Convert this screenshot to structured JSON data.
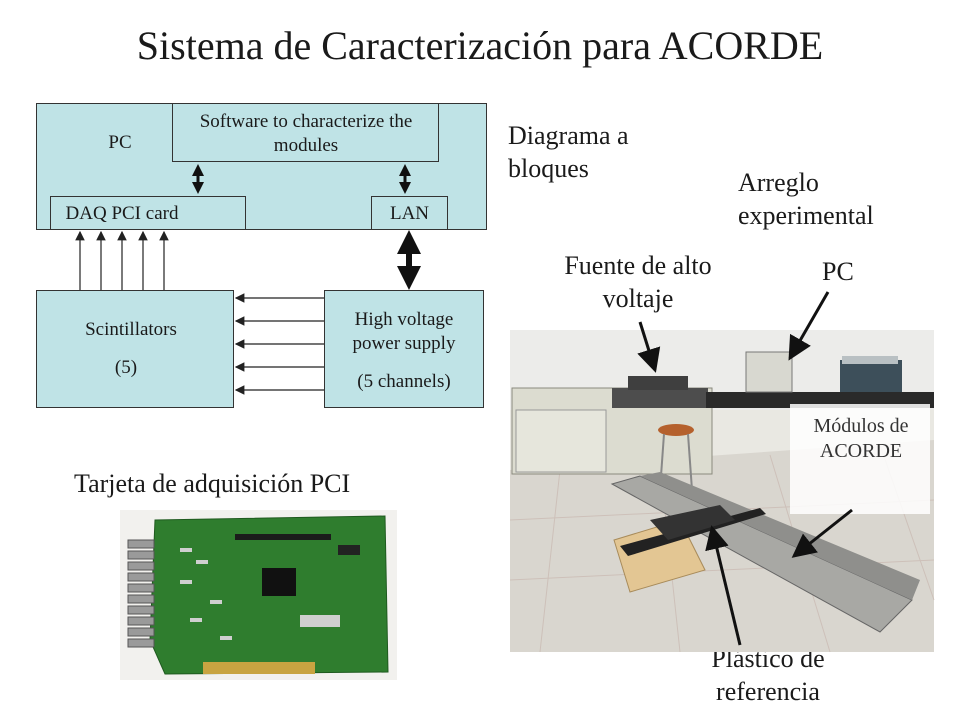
{
  "title": "Sistema de Caracterización para ACORDE",
  "block_diagram": {
    "pc_label": "PC",
    "software_label": "Software to characterize the modules",
    "daq_label": "DAQ PCI card",
    "lan_label": "LAN",
    "scint_label": "Scintillators",
    "scint_count": "(5)",
    "hv_label": "High voltage power supply",
    "hv_channels": "(5 channels)"
  },
  "labels": {
    "diagram": "Diagrama a bloques",
    "setup": "Arreglo experimental",
    "pci_card": "Tarjeta de adquisición PCI",
    "hv_source": "Fuente de alto voltaje",
    "pc": "PC",
    "modules": "Módulos de ACORDE",
    "plastic": "Plástico de referencia"
  },
  "colors": {
    "block_fill": "#bfe3e6",
    "pcb_green": "#2f7d2e",
    "floor": "#d9d6cf"
  }
}
